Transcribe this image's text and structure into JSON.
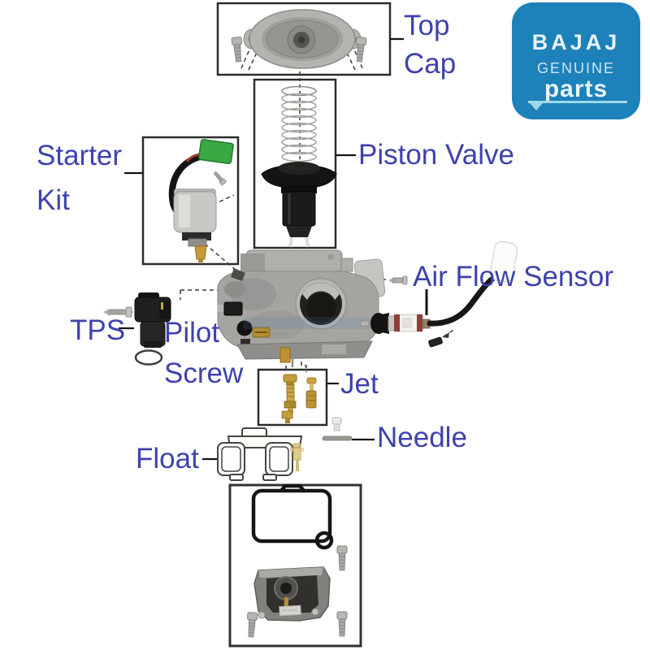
{
  "colors": {
    "label": "#3e42ae",
    "line": "#1a1a1a",
    "logo_bg": "#1d81ba",
    "logo_text": "#e8f4fa",
    "logo_underline": "#9bd8ec"
  },
  "labels": {
    "top_cap": {
      "line1": "Top",
      "line2": "Cap"
    },
    "piston_valve": "Piston Valve",
    "starter_kit": {
      "line1": "Starter",
      "line2": "Kit"
    },
    "air_flow_sensor": "Air Flow Sensor",
    "tps": "TPS",
    "pilot_screw": {
      "line1": "Pilot",
      "line2": "Screw"
    },
    "jet": "Jet",
    "needle": "Needle",
    "float": "Float"
  },
  "logo": {
    "brand": "BAJAJ",
    "genuine": "GENUINE",
    "parts": "parts"
  }
}
